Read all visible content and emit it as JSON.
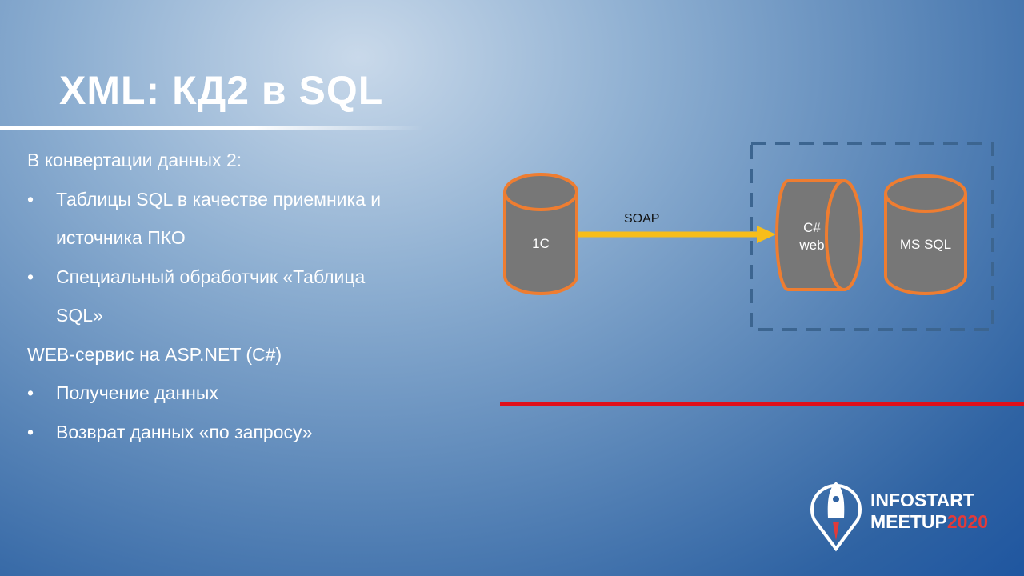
{
  "title": "XML: КД2 в SQL",
  "content": {
    "lines": [
      {
        "text": "В конвертации данных 2:",
        "bullet": false
      },
      {
        "text": "Таблицы SQL в качестве приемника и",
        "bullet": true
      },
      {
        "text": "источника ПКО",
        "bullet": false,
        "indent": true
      },
      {
        "text": "Специальный обработчик «Таблица",
        "bullet": true
      },
      {
        "text": "SQL»",
        "bullet": false,
        "indent": true
      },
      {
        "text": "WEB-сервис на ASP.NET (C#)",
        "bullet": false
      },
      {
        "text": "Получение данных",
        "bullet": true
      },
      {
        "text": "Возврат данных «по запросу»",
        "bullet": true
      }
    ]
  },
  "diagram": {
    "node_1c": "1C",
    "arrow_label": "SOAP",
    "node_web_line1": "C#",
    "node_web_line2": "web",
    "node_sql": "MS SQL",
    "colors": {
      "node_fill": "#777777",
      "node_stroke": "#ee7d31",
      "arrow": "#f7bd1a",
      "dashed": "#3c6590"
    }
  },
  "logo": {
    "line1": "INFOSTART",
    "line2": "MEETUP",
    "year": "2020"
  }
}
